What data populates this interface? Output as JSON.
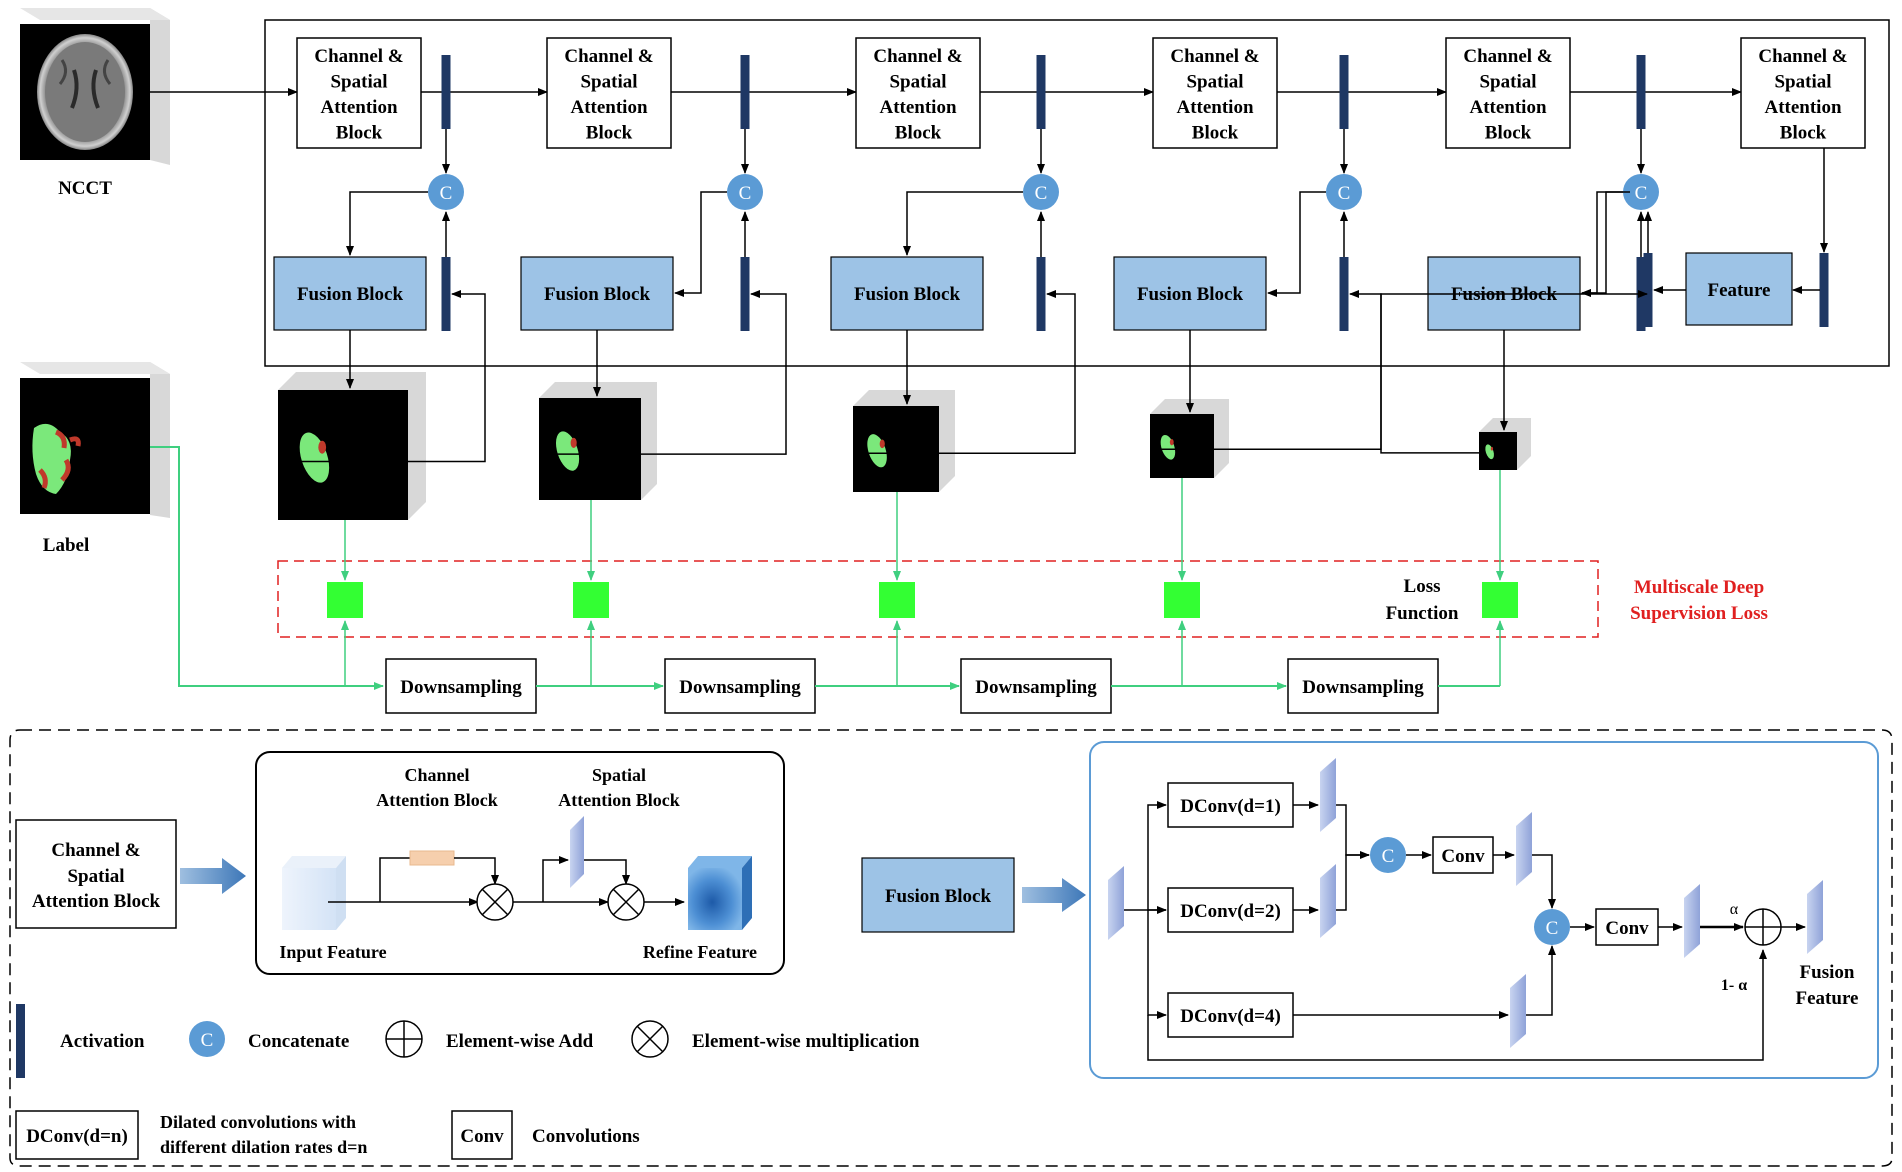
{
  "input": {
    "label": "NCCT"
  },
  "label_image": {
    "label": "Label"
  },
  "encoder": {
    "block_label": [
      "Channel &",
      "Spatial",
      "Attention",
      "Block"
    ]
  },
  "decoder": {
    "fusion_label": "Fusion Block",
    "feature_label": "Feature",
    "concat_symbol": "C"
  },
  "supervision": {
    "loss_function": [
      "Loss",
      "Function"
    ],
    "title": [
      "Multiscale Deep",
      "Supervision Loss"
    ],
    "downsampling_label": "Downsampling"
  },
  "legend": {
    "csab_title": [
      "Channel &",
      "Spatial",
      "Attention Block"
    ],
    "channel_attention": [
      "Channel",
      "Attention Block"
    ],
    "spatial_attention": [
      "Spatial",
      "Attention Block"
    ],
    "input_feature": "Input Feature",
    "refine_feature": "Refine Feature",
    "fusion_block": "Fusion Block",
    "dconv1": "DConv(d=1)",
    "dconv2": "DConv(d=2)",
    "dconv4": "DConv(d=4)",
    "conv": "Conv",
    "alpha": "α",
    "one_minus_alpha": "1- α",
    "fusion_feature": [
      "Fusion",
      "Feature"
    ],
    "activation": "Activation",
    "concatenate": "Concatenate",
    "element_add": "Element-wise Add",
    "element_mult": "Element-wise multiplication",
    "dconv_n": "DConv(d=n)",
    "dconv_desc": [
      "Dilated convolutions with",
      "different dilation rates d=n"
    ],
    "conv_desc": "Convolutions"
  },
  "colors": {
    "fusion_fill": "#9dc3e6",
    "activation": "#1f3864",
    "concat": "#5b9bd5",
    "green": "#33ff33",
    "green_line": "#3fcf7f",
    "red": "#e02020"
  }
}
